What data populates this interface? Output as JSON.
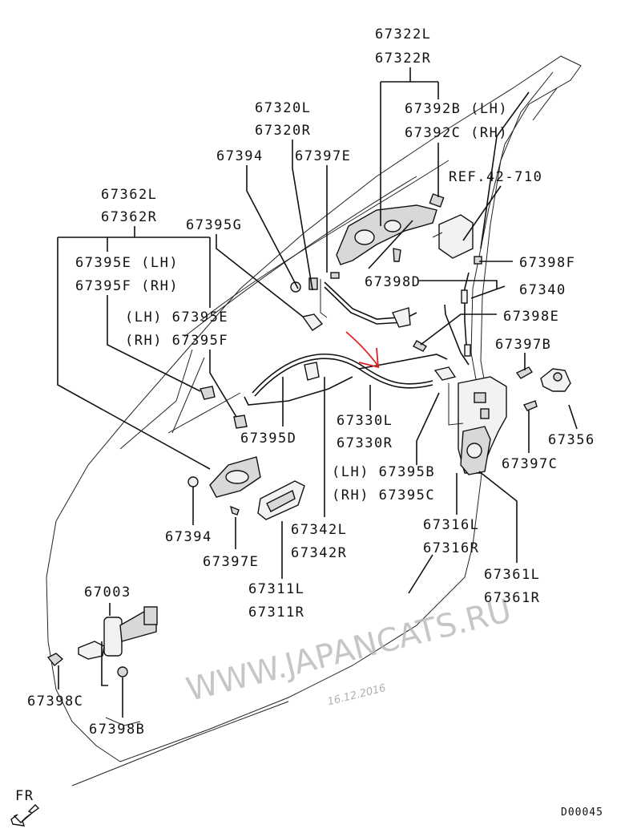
{
  "diagram": {
    "title_code": "D00045",
    "direction_label": "FR",
    "reference": "REF.42-710",
    "watermark": "WWW.JAPANCATS.RU",
    "watermark_date": "16.12.2016",
    "annotation_color": "#e02020",
    "labels": {
      "p67322L": "67322L",
      "p67322R": "67322R",
      "p67392B": "67392B (LH)",
      "p67392C": "67392C (RH)",
      "p67320L": "67320L",
      "p67320R": "67320R",
      "p67394_top": "67394",
      "p67397E_top": "67397E",
      "p67362L": "67362L",
      "p67362R": "67362R",
      "p67395G": "67395G",
      "p67395E_LH": "67395E (LH)",
      "p67395F_RH": "67395F (RH)",
      "p67395E_mid": "(LH) 67395E",
      "p67395F_mid": "(RH) 67395F",
      "p67398F": "67398F",
      "p67398D": "67398D",
      "p67340": "67340",
      "p67398E": "67398E",
      "p67397B": "67397B",
      "p67356": "67356",
      "p67397C": "67397C",
      "p67330L": "67330L",
      "p67330R": "67330R",
      "p67395D": "67395D",
      "p67395B": "(LH) 67395B",
      "p67395C": "(RH) 67395C",
      "p67316L": "67316L",
      "p67316R": "67316R",
      "p67361L": "67361L",
      "p67361R": "67361R",
      "p67342L": "67342L",
      "p67342R": "67342R",
      "p67394_bot": "67394",
      "p67397E_bot": "67397E",
      "p67311L": "67311L",
      "p67311R": "67311R",
      "p67003": "67003",
      "p67398C": "67398C",
      "p67398B": "67398B"
    }
  }
}
